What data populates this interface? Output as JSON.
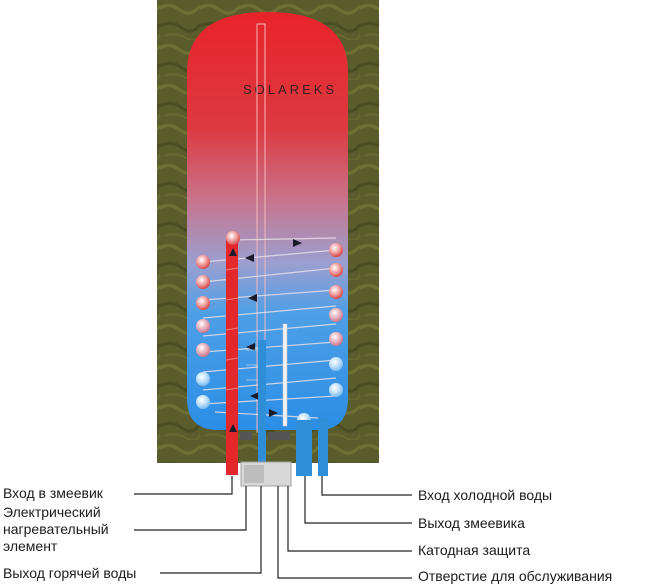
{
  "brand": "SOLAREKS",
  "labels": {
    "coil_inlet": "Вход в змеевик",
    "electric_element_line1": "Электрический",
    "electric_element_line2": "нагревательный",
    "electric_element_line3": "элемент",
    "hot_water_outlet": "Выход горячей воды",
    "cold_water_inlet": "Вход холодной воды",
    "coil_outlet": "Выход змеевика",
    "cathode_protection": "Катодная защита",
    "service_opening": "Отверстие для обслуживания"
  },
  "colors": {
    "hot": "#e8252c",
    "cold": "#2f8fe0",
    "insulation": "#5a5e2c",
    "pipe_red": "#e3282c",
    "pipe_blue": "#2e8fd8"
  }
}
